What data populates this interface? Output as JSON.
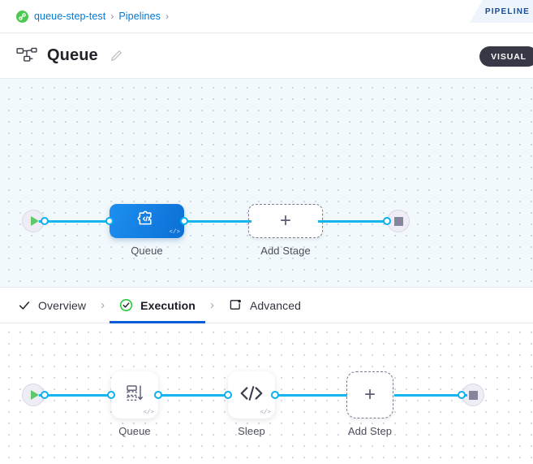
{
  "breadcrumb": {
    "project_icon": "project-icon",
    "items": [
      {
        "label": "queue-step-test",
        "sep": "›"
      },
      {
        "label": "Pipelines",
        "sep": "›"
      }
    ]
  },
  "corner_tab": {
    "label": "PIPELINE"
  },
  "header": {
    "icon": "pipeline-icon",
    "title": "Queue",
    "edit_icon": "pencil-icon",
    "mode_badge": "VISUAL"
  },
  "stage_canvas": {
    "start_node": {
      "name": "start-node",
      "icon": "play-icon"
    },
    "end_node": {
      "name": "end-node",
      "icon": "stop-icon"
    },
    "nodes": [
      {
        "id": "stage-queue",
        "label": "Queue",
        "icon": "custom-stage-icon",
        "badge": "</>",
        "selected": true
      },
      {
        "id": "add-stage",
        "label": "Add Stage",
        "icon": "plus-icon",
        "selected": false
      }
    ]
  },
  "tabs": [
    {
      "id": "overview",
      "label": "Overview",
      "icon": "check-icon",
      "active": false
    },
    {
      "id": "execution",
      "label": "Execution",
      "icon": "check-circle-icon",
      "active": true
    },
    {
      "id": "advanced",
      "label": "Advanced",
      "icon": "advanced-gear-icon",
      "active": false
    }
  ],
  "tab_separator": "›",
  "step_canvas": {
    "start_node": {
      "name": "start-node",
      "icon": "play-icon"
    },
    "end_node": {
      "name": "end-node",
      "icon": "stop-icon"
    },
    "nodes": [
      {
        "id": "step-queue",
        "label": "Queue",
        "icon": "queue-icon",
        "badge": "</>"
      },
      {
        "id": "step-sleep",
        "label": "Sleep",
        "icon": "code-icon",
        "badge": "</>"
      },
      {
        "id": "add-step",
        "label": "Add Step",
        "icon": "plus-icon"
      }
    ]
  },
  "colors": {
    "accent_blue": "#0b5cd8",
    "link_blue": "#0278d5",
    "edge_blue": "#15b5f0",
    "node_blue": "#1c8ff0",
    "success_green": "#4dc952",
    "badge_dark": "#383946",
    "canvas_top_bg": "#f2f9fc",
    "canvas_bottom_bg": "#ffffff"
  }
}
